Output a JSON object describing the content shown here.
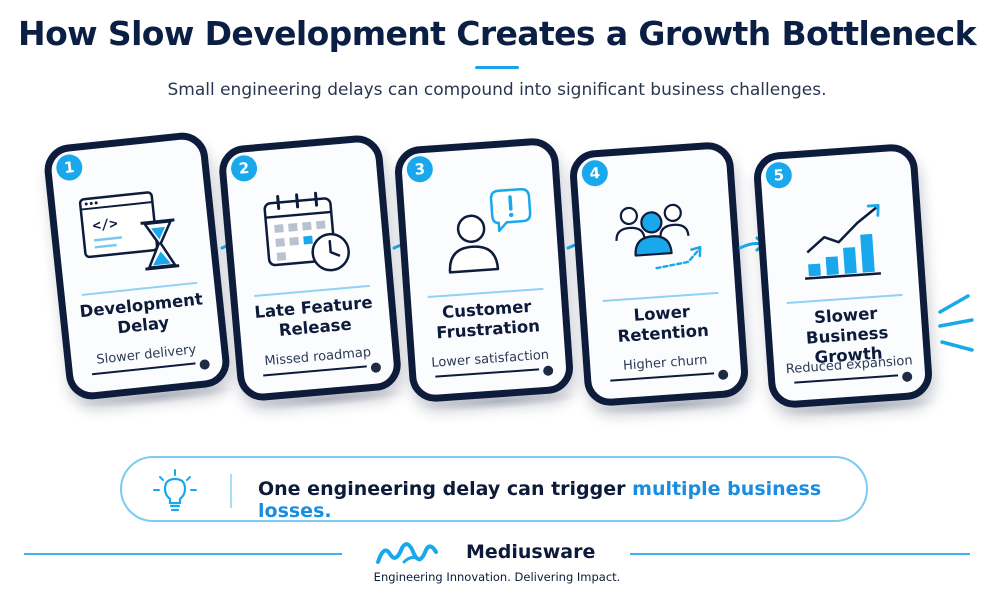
{
  "header": {
    "title": "How Slow Development Creates a Growth Bottleneck",
    "subtitle": "Small engineering delays can compound into significant business challenges."
  },
  "steps": [
    {
      "number": "1",
      "title": "Development Delay",
      "title_lines": [
        "Development",
        "Delay"
      ],
      "description": "Slower delivery",
      "icon": "code-window-hourglass-icon"
    },
    {
      "number": "2",
      "title": "Late Feature Release",
      "title_lines": [
        "Late Feature",
        "Release"
      ],
      "description": "Missed roadmap",
      "icon": "calendar-clock-icon"
    },
    {
      "number": "3",
      "title": "Customer Frustration",
      "title_lines": [
        "Customer",
        "Frustration"
      ],
      "description": "Lower satisfaction",
      "icon": "user-alert-icon"
    },
    {
      "number": "4",
      "title": "Lower Retention",
      "title_lines": [
        "Lower",
        "Retention"
      ],
      "description": "Higher churn",
      "icon": "users-churn-icon"
    },
    {
      "number": "5",
      "title": "Slower Business Growth",
      "title_lines": [
        "Slower",
        "Business Growth"
      ],
      "description": "Reduced expansion",
      "icon": "bar-chart-trend-icon"
    }
  ],
  "callout": {
    "text_plain": "One engineering delay can trigger ",
    "text_emphasis": "multiple business losses.",
    "icon": "lightbulb-icon"
  },
  "footer": {
    "brand": "Mediusware",
    "tagline": "Engineering Innovation. Delivering Impact.",
    "logo_icon": "mediusware-wave-logo"
  },
  "colors": {
    "navy": "#0e1c3c",
    "accent_blue": "#1aa8ec",
    "emphasis_blue": "#1b8de0",
    "light_blue": "#8fd2f5"
  }
}
